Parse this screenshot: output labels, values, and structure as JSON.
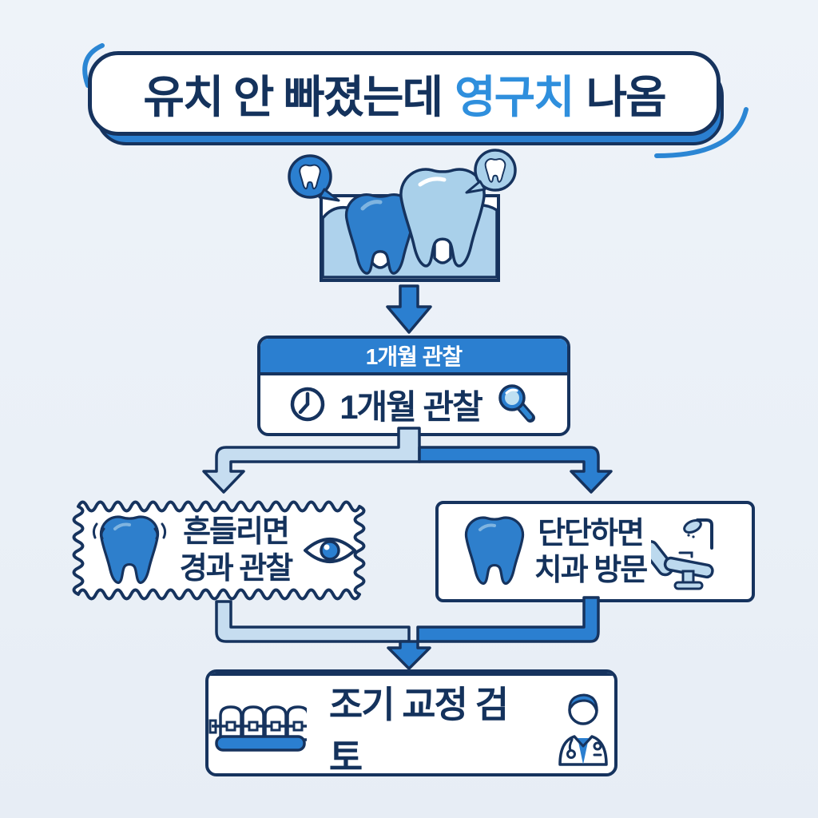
{
  "colors": {
    "background": "#edf2f8",
    "navy_outline": "#16335e",
    "primary_blue": "#2b7fd0",
    "highlight_blue": "#2f8fdd",
    "light_blue": "#aed2ec",
    "pale_pipe_blue": "#c6ddf0",
    "white": "#ffffff"
  },
  "title": {
    "prefix": "유치 안 빠졌는데",
    "highlight": "영구치",
    "suffix": "나옴"
  },
  "flow": {
    "observe": {
      "header_label": "1개월 관찰",
      "body_label": "1개월 관찰"
    },
    "branch_left": {
      "line1": "흔들리면",
      "line2": "경과 관찰"
    },
    "branch_right": {
      "line1": "단단하면",
      "line2": "치과 방문"
    },
    "result": {
      "label": "조기 교정 검토"
    }
  },
  "icons": [
    "tooth-speech-bubble-left",
    "tooth-speech-bubble-right",
    "baby-tooth",
    "permanent-tooth",
    "clock-icon",
    "magnifier-icon",
    "shaking-tooth-icon",
    "eye-icon",
    "tooth-icon",
    "dental-chair-icon",
    "braces-icon",
    "dentist-icon"
  ]
}
